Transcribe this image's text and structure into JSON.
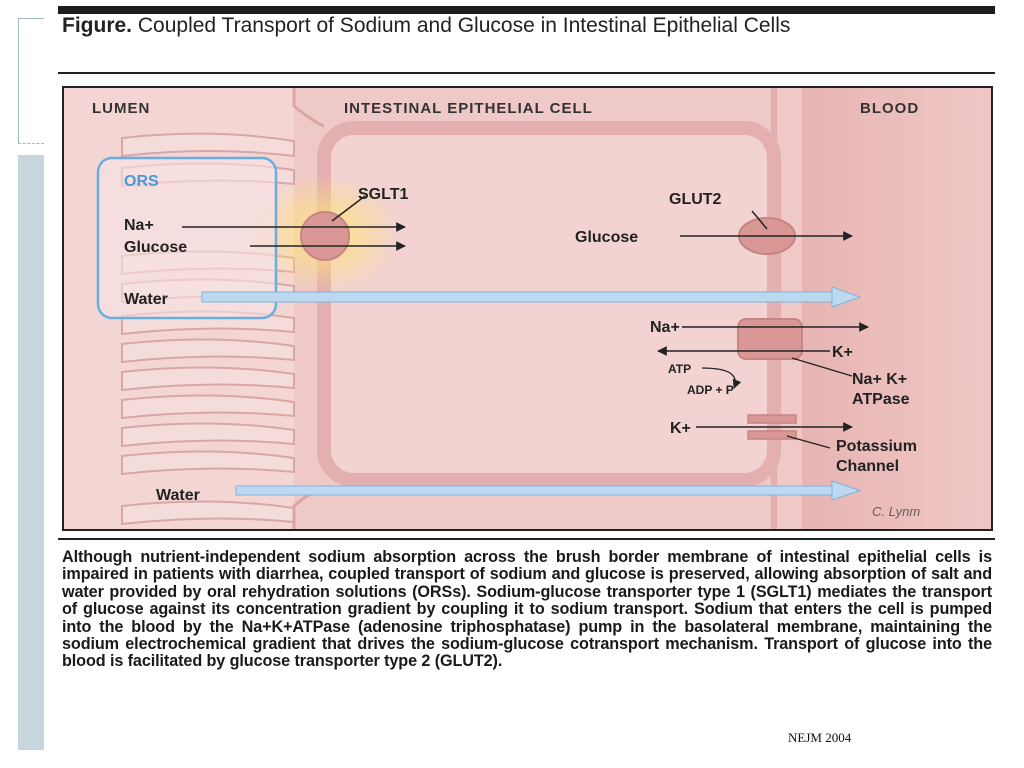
{
  "figure": {
    "label": "Figure.",
    "title": "Coupled Transport of Sodium and Glucose in Intestinal Epithelial Cells"
  },
  "regions": {
    "lumen": "LUMEN",
    "cell": "INTESTINAL EPITHELIAL CELL",
    "blood": "BLOOD"
  },
  "ors_box": {
    "title": "ORS",
    "na": "Na+",
    "glucose": "Glucose",
    "water": "Water"
  },
  "labels": {
    "sglt1": "SGLT1",
    "glut2": "GLUT2",
    "glucose_blood": "Glucose",
    "na_pump": "Na+",
    "k_pump": "K+",
    "atp": "ATP",
    "adp": "ADP + P",
    "pump_line1": "Na+ K+",
    "pump_line2": "ATPase",
    "k_channel": "K+",
    "channel_line1": "Potassium",
    "channel_line2": "Channel",
    "water_bottom": "Water",
    "signature": "C. Lynm"
  },
  "caption": "Although nutrient-independent sodium absorption across the brush border membrane of intestinal epithelial cells is impaired in patients with diarrhea, coupled transport of sodium and glucose is preserved, allowing absorption of salt and water provided by oral rehydration solutions (ORSs). Sodium-glucose transporter type 1 (SGLT1) mediates the transport of glucose against its concentration gradient by coupling it to sodium transport. Sodium that enters the cell is pumped into the blood by the Na+K+ATPase (adenosine triphosphatase) pump in the basolateral membrane, maintaining the sodium electrochemical gradient that drives the sodium-glucose cotransport mechanism. Transport of glucose into the blood is facilitated by glucose transporter type 2 (GLUT2).",
  "credit": "NEJM 2004",
  "colors": {
    "background_tissue": "#efc9c7",
    "cell_interior": "#f2d3d2",
    "membrane": "#e8b8b7",
    "transporter": "#d99896",
    "ors_border": "#6aaee0",
    "water_arrow": "#bcd9f0",
    "glow": "#ffe27a"
  }
}
